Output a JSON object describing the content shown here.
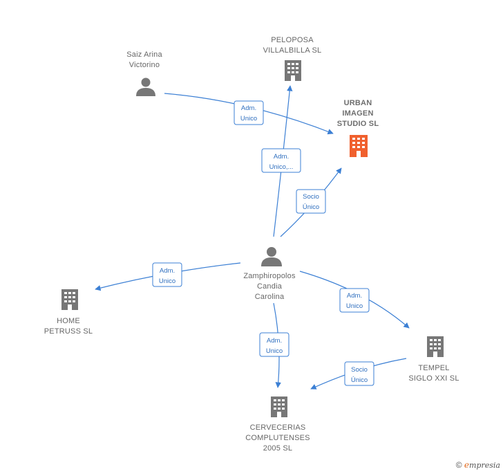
{
  "colors": {
    "edge": "#3b7fd4",
    "company": "#777777",
    "focus_company": "#f0602e",
    "person": "#777777"
  },
  "nodes": {
    "saiz": {
      "type": "person",
      "lines": [
        "Saiz Arina",
        "Victorino"
      ]
    },
    "peloposa": {
      "type": "company",
      "lines": [
        "PELOPOSA",
        "VILLALBILLA SL"
      ]
    },
    "urban": {
      "type": "company",
      "focus": true,
      "lines": [
        "URBAN",
        "IMAGEN",
        "STUDIO  SL"
      ]
    },
    "zamphi": {
      "type": "person",
      "lines": [
        "Zamphiropolos",
        "Candia",
        "Carolina"
      ]
    },
    "home": {
      "type": "company",
      "lines": [
        "HOME",
        "PETRUSS  SL"
      ]
    },
    "tempel": {
      "type": "company",
      "lines": [
        "TEMPEL",
        "SIGLO XXI  SL"
      ]
    },
    "cervecerias": {
      "type": "company",
      "lines": [
        "CERVECERIAS",
        "COMPLUTENSES",
        "2005  SL"
      ]
    }
  },
  "edges": [
    {
      "id": "saiz-urban",
      "from": "saiz",
      "to": "urban",
      "label": [
        "Adm.",
        "Unico"
      ]
    },
    {
      "id": "zamphi-peloposa",
      "from": "zamphi",
      "to": "peloposa",
      "label": [
        "Adm.",
        "Unico,..."
      ]
    },
    {
      "id": "zamphi-urban",
      "from": "zamphi",
      "to": "urban",
      "label": [
        "Socio",
        "Único"
      ]
    },
    {
      "id": "zamphi-home",
      "from": "zamphi",
      "to": "home",
      "label": [
        "Adm.",
        "Unico"
      ]
    },
    {
      "id": "zamphi-tempel",
      "from": "zamphi",
      "to": "tempel",
      "label": [
        "Adm.",
        "Unico"
      ]
    },
    {
      "id": "zamphi-cervecerias",
      "from": "zamphi",
      "to": "cervecerias",
      "label": [
        "Adm.",
        "Unico"
      ]
    },
    {
      "id": "tempel-cervecerias",
      "from": "tempel",
      "to": "cervecerias",
      "label": [
        "Socio",
        "Único"
      ]
    }
  ],
  "footer": {
    "copyright": "©",
    "brand_initial": "e",
    "brand_rest": "mpresia"
  }
}
